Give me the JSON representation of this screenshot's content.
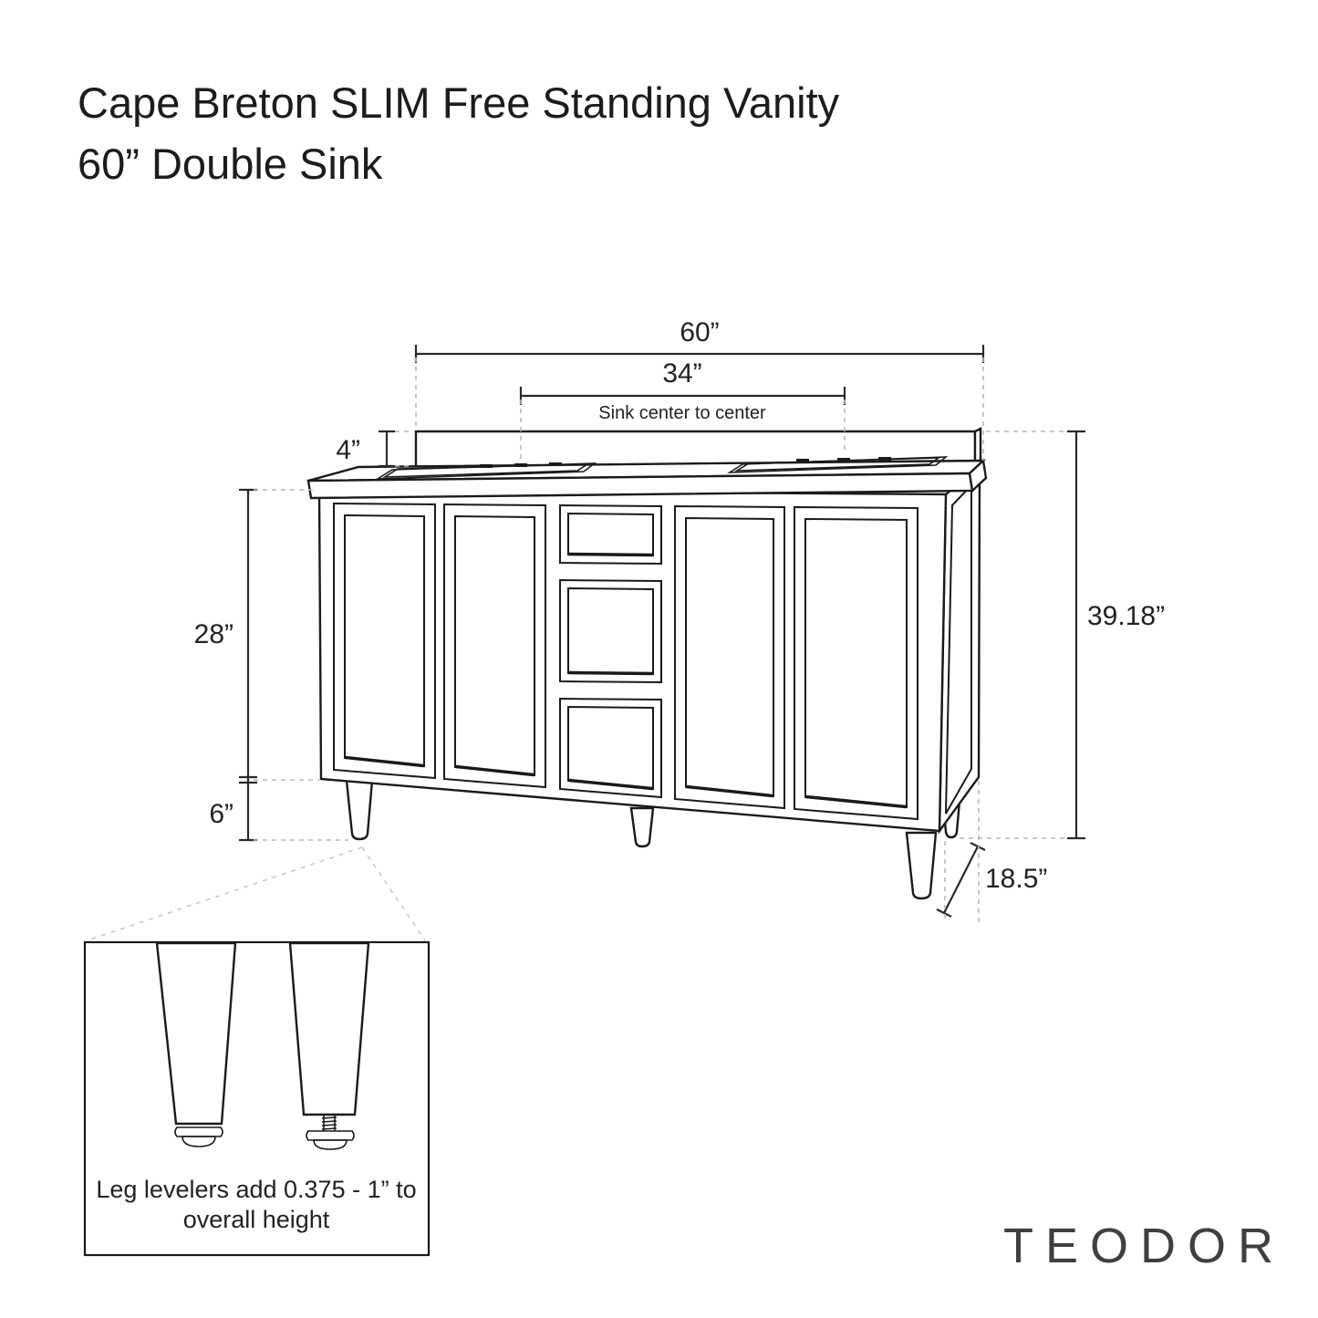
{
  "title": {
    "line1": "Cape Breton SLIM Free Standing Vanity",
    "line2": "60” Double Sink"
  },
  "dimensions": {
    "overall_width": "60”",
    "sink_center_to_center": "34”",
    "sink_center_note": "Sink center to center",
    "backsplash_height": "4”",
    "cabinet_height": "28”",
    "leg_height": "6”",
    "overall_height": "39.18”",
    "depth": "18.5”"
  },
  "detail": {
    "note_line1": "Leg levelers add 0.375 - 1” to",
    "note_line2": "overall height"
  },
  "brand": {
    "name": "TEODOR"
  },
  "colors": {
    "drawing_line": "#1a1a1a",
    "dimension_line": "#2a2a2a",
    "dashed_guide": "#b9b9b9",
    "title_text": "#1c1c1c",
    "brand_text": "#3f3f3f",
    "background": "#ffffff"
  }
}
